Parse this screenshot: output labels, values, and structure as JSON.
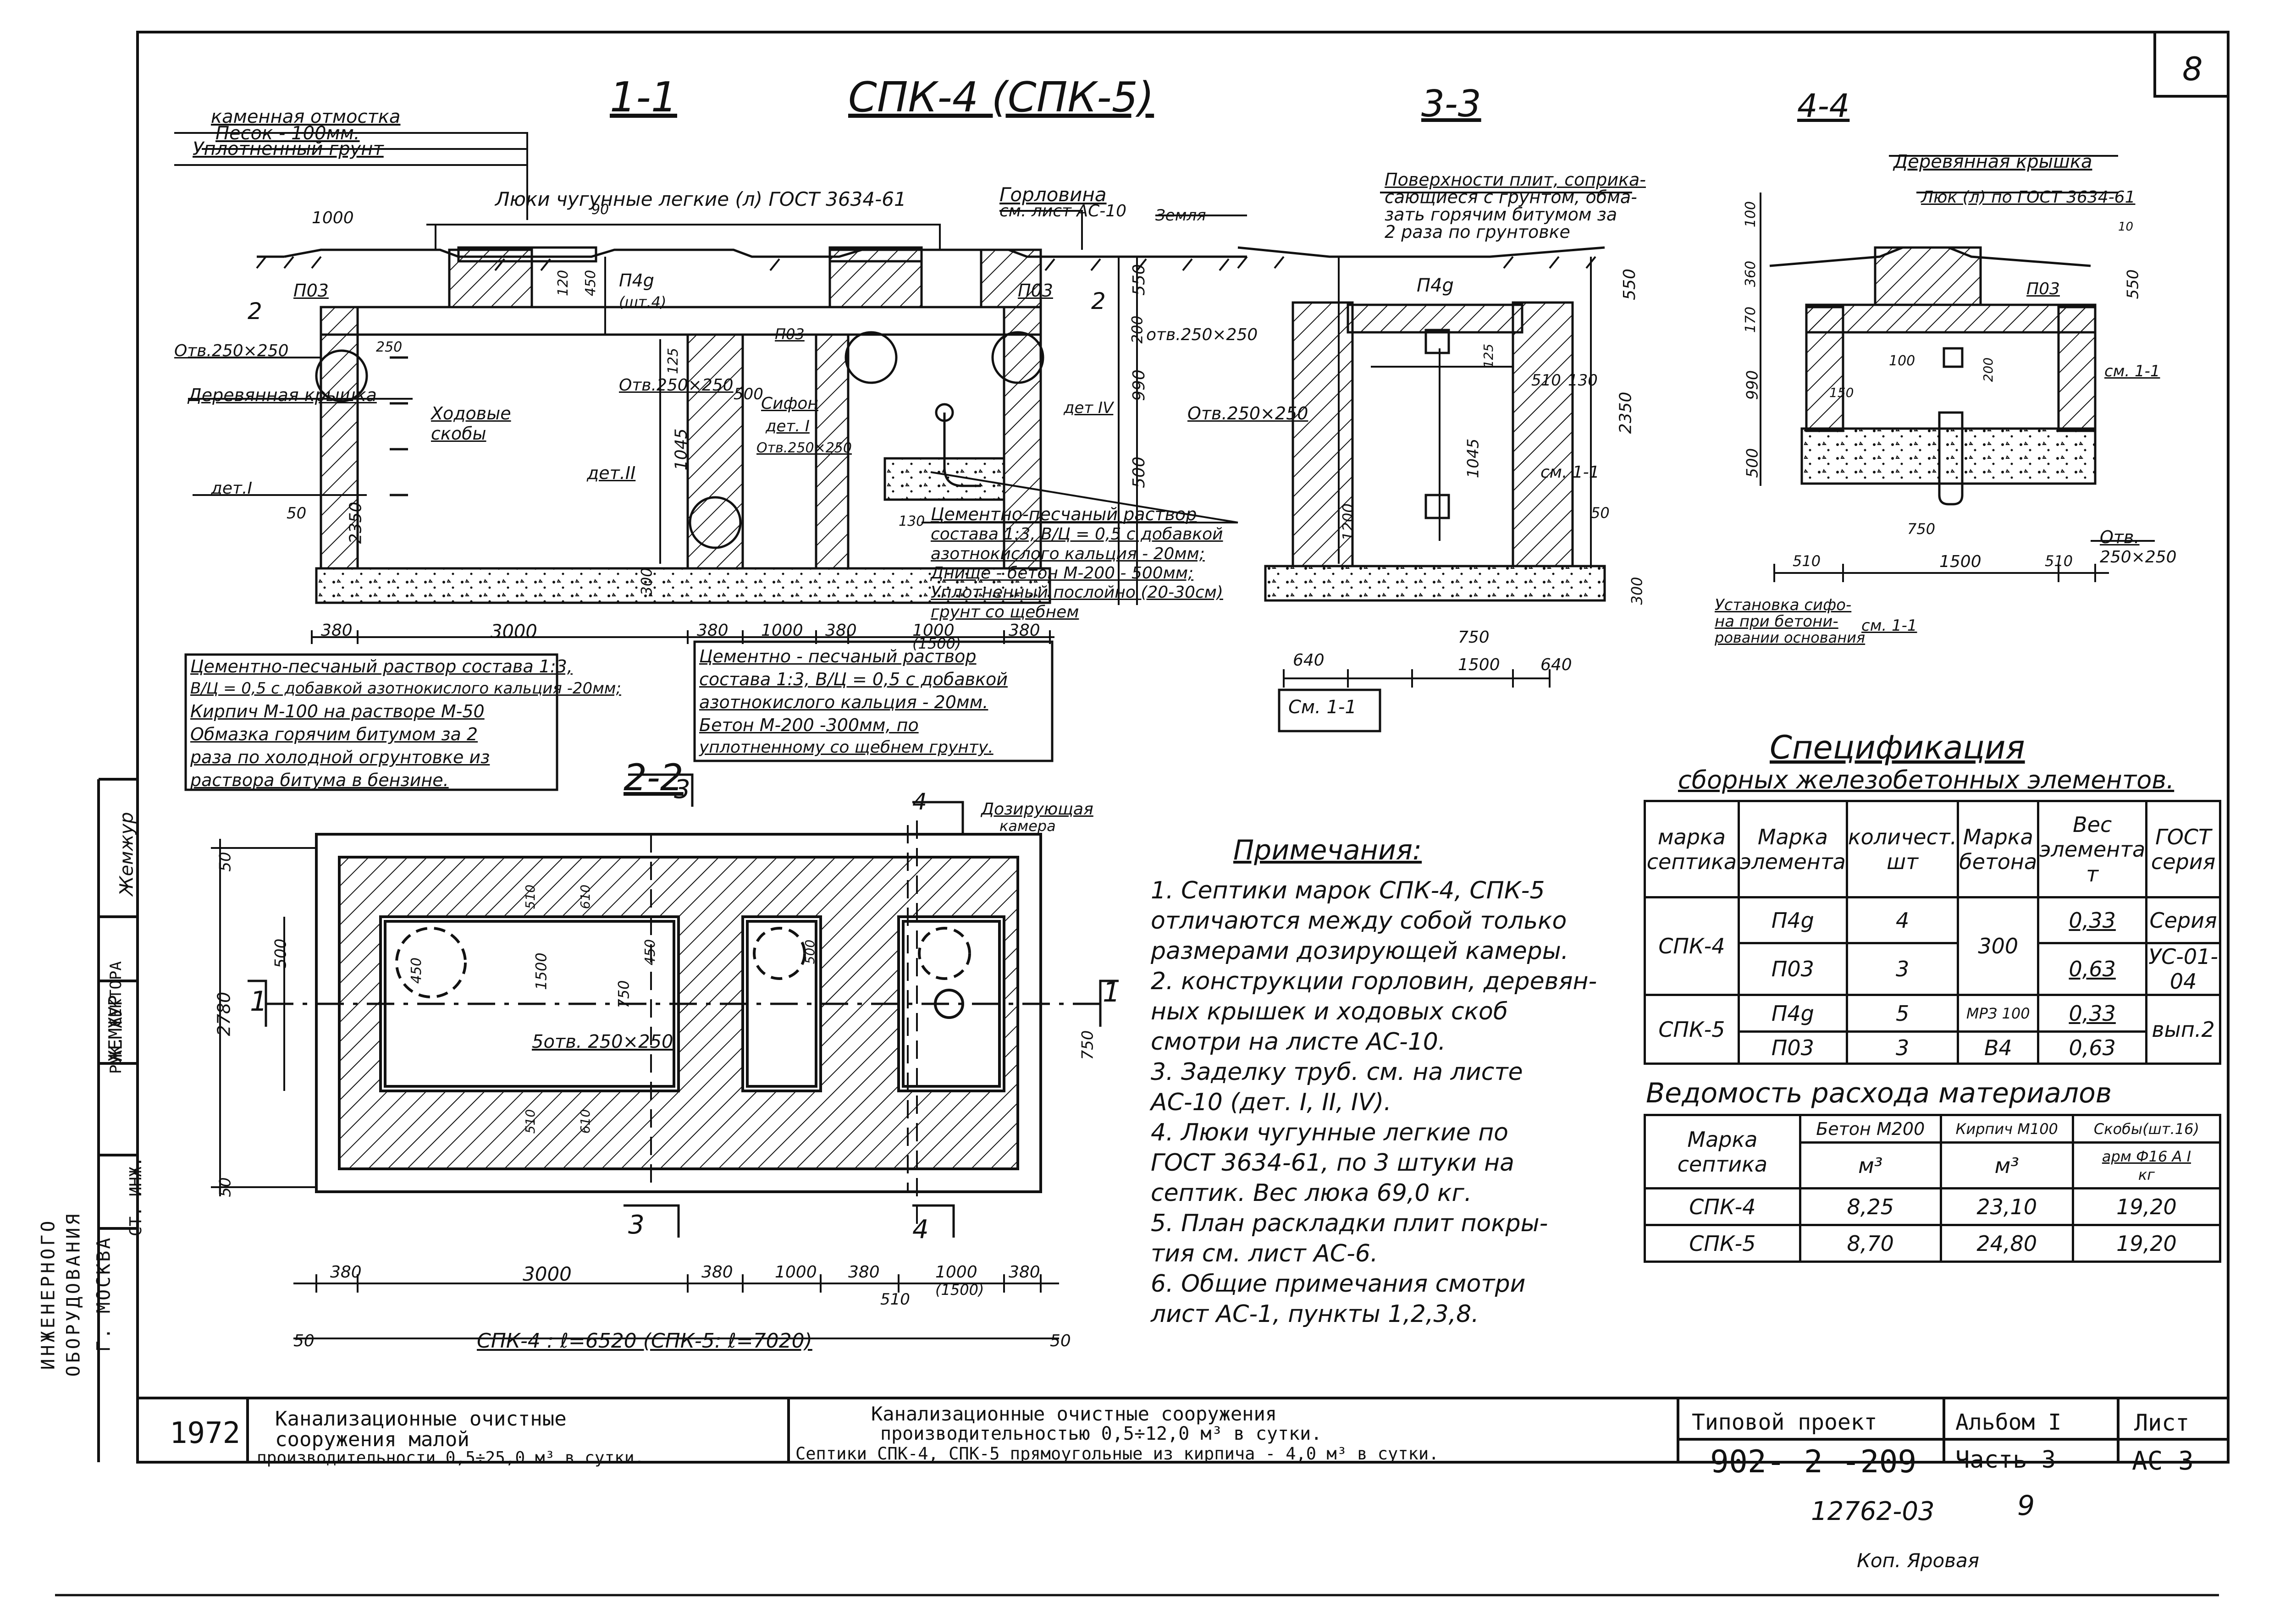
{
  "sheet_number": "8",
  "title_main": "СПК-4 (СПК-5)",
  "sections": {
    "s11": "1-1",
    "s22": "2-2",
    "s33": "3-3",
    "s44": "4-4"
  },
  "section1": {
    "layer1": "каменная отмостка",
    "layer2": "Песок - 100мм.",
    "layer3": "Уплотненный грунт",
    "hatches": "Люки чугунные легкие (л) ГОСТ 3634-61",
    "neck": "Горловина",
    "neck_ref": "см. лист АС-10",
    "ground": "Земля",
    "p03a": "П03",
    "p03b": "П03",
    "p03c": "П03",
    "p4g": "П4g",
    "p4g_qty": "(шт.4)",
    "opening1": "Отв.250×250",
    "opening2": "Отв.250×250",
    "opening3": "отв.250×250",
    "opening4": "Отв.250×250",
    "wood_cover": "Деревянная крышка",
    "steps": "Ходовые скобы",
    "det1": "дет.I",
    "det2": "дет.II",
    "det4": "дет IV",
    "siphon": "Сифон",
    "siphon_det": "дет. I",
    "mortar1": "Цементно-песчаный раствор",
    "mortar2": "состава 1:3, В/Ц = 0,5 с добавкой",
    "mortar3": "азотнокислого кальция - 20мм;",
    "bottom1": "Днище - бетон М-200 - 500мм;",
    "bottom2": "Уплотненный послойно (20-30см)",
    "bottom3": "грунт со щебнем",
    "dims_bottom": [
      "380",
      "3000",
      "380",
      "1000",
      "380",
      "1000",
      "380"
    ],
    "dim_1500": "(1500)",
    "dims_vert": [
      "550",
      "200",
      "990",
      "500",
      "2350",
      "300",
      "1045",
      "500",
      "130",
      "50",
      "125",
      "120",
      "450",
      "90",
      "1000",
      "250"
    ],
    "note_left1": "Цементно-песчаный раствор состава 1:3,",
    "note_left2": "В/Ц = 0,5 с добавкой азотнокислого кальция -20мм;",
    "note_left3": "Кирпич М-100 на растворе М-50",
    "note_left4": "Обмазка горячим битумом за 2",
    "note_left5": "раза по холодной огрунтовке из",
    "note_left6": "раствора битума в бензине.",
    "note_mid1": "Цементно - песчаный раствор",
    "note_mid2": "состава 1:3, В/Ц = 0,5 с добавкой",
    "note_mid3": "азотнокислого кальция - 20мм.",
    "note_mid4": "Бетон М-200 -300мм, по",
    "note_mid5": "уплотненному со щебнем грунту."
  },
  "section3": {
    "surf1": "Поверхности плит, соприка-",
    "surf2": "сающиеся с грунтом, обма-",
    "surf3": "зать горячим битумом за",
    "surf4": "2 раза по грунтовке",
    "p4g": "П4g",
    "opening": "Отв.250×250",
    "cm11": "см. 1-1",
    "cm11b": "См. 1-1",
    "dims": [
      "550",
      "2350",
      "1045",
      "125",
      "510",
      "130",
      "50",
      "300",
      "1200",
      "640",
      "750",
      "1500",
      "640"
    ]
  },
  "section4": {
    "wood_cover": "Деревянная крышка",
    "hatch": "Люк (л) по ГОСТ 3634-61",
    "p03": "П03",
    "cm11": "см. 1-1",
    "opening": "Отв.",
    "opening_size": "250×250",
    "siphon_note1": "Установка сифо-",
    "siphon_note2": "на при бетони-",
    "siphon_note3": "ровании основания",
    "cm11b": "см. 1-1",
    "dims": [
      "100",
      "360",
      "170",
      "990",
      "500",
      "550",
      "10",
      "100",
      "200",
      "150",
      "750",
      "510",
      "1500",
      "510"
    ]
  },
  "plan": {
    "dosing": "Дозирующая",
    "dosing2": "камера",
    "openings": "5отв. 250×250",
    "length_note": "СПК-4 : ℓ=6520 (СПК-5: ℓ=7020)",
    "dims_h": [
      "50",
      "380",
      "3000",
      "380",
      "1000",
      "380",
      "1000",
      "380",
      "50"
    ],
    "dim_510": "510",
    "dim_1500": "(1500)",
    "dims_v": [
      "50",
      "500",
      "2780",
      "50",
      "450",
      "1500",
      "750",
      "450",
      "500",
      "750",
      "510",
      "610",
      "510",
      "610"
    ],
    "cut1": "1",
    "cut1b": "1",
    "cut3": "3",
    "cut3b": "3",
    "cut4": "4",
    "cut4b": "4"
  },
  "notes": {
    "heading": "Примечания:",
    "lines": [
      "1. Септики марок СПК-4, СПК-5",
      "отличаются между собой только",
      "размерами дозирующей камеры.",
      "2. конструкции горловин, деревян-",
      "ных крышек и ходовых скоб",
      "смотри на листе АС-10.",
      "3. Заделку труб. см. на листе",
      "АС-10 (дет. I, II, IV).",
      "4. Люки чугунные легкие по",
      "ГОСТ 3634-61, по 3 штуки на",
      "септик. Вес люка 69,0 кг.",
      "5. План раскладки плит покры-",
      "тия см. лист АС-6.",
      "6. Общие примечания смотри",
      "лист АС-1, пункты 1,2,3,8."
    ]
  },
  "spec": {
    "heading": "Спецификация",
    "subheading": "сборных железобетонных элементов.",
    "headers": [
      "марка септика",
      "Марка элемента",
      "количест. шт",
      "Марка бетона",
      "Вес элемента т",
      "ГОСТ серия"
    ],
    "rows": [
      [
        "СПК-4",
        "П4g",
        "4",
        "",
        "0,33",
        "Серия"
      ],
      [
        "",
        "П03",
        "3",
        "300",
        "0,63",
        "УС-01-04"
      ],
      [
        "СПК-5",
        "П4g",
        "5",
        "МРЗ 100",
        "0,33",
        "вып.2"
      ],
      [
        "",
        "П03",
        "3",
        "В4",
        "0,63",
        ""
      ]
    ]
  },
  "materials": {
    "heading": "Ведомость расхода материалов",
    "h_mark": "Марка септика",
    "h_concrete": "Бетон М200",
    "h_brick": "Кирпич М100",
    "h_staples": "Скобы(шт.16)",
    "u_concrete": "м³",
    "u_brick": "м³",
    "u_staples1": "арм Ф16 А I",
    "u_staples2": "кг",
    "rows": [
      [
        "СПК-4",
        "8,25",
        "23,10",
        "19,20"
      ],
      [
        "СПК-5",
        "8,70",
        "24,80",
        "19,20"
      ]
    ]
  },
  "side_stamp": {
    "org1": "ИНЖЕНЕРНОГО",
    "org2": "ОБОРУДОВАНИЯ",
    "city": "Г. МОСКВА",
    "role1": "РУК. СЕКТОРА",
    "role2": "СТ. ИНЖ.",
    "name1": "ЖЕМЖУР",
    "name2": "Жемжур"
  },
  "title_block": {
    "year": "1972",
    "series_title1": "Канализационные очистные",
    "series_title2": "сооружения малой",
    "series_title3": "производительности 0,5÷25,0 м³ в сутки.",
    "sheet_title1": "Канализационные очистные сооружения",
    "sheet_title2": "производительностью 0,5÷12,0 м³ в сутки.",
    "sheet_title3": "Септики СПК-4, СПК-5 прямоугольные из кирпича - 4,0 м³ в сутки.",
    "project_label": "Типовой проект",
    "project_number": "902- 2 -209",
    "album_label": "Альбом I",
    "part_label": "Часть 3",
    "sheet_label": "Лист",
    "sheet_code": "АС-3"
  },
  "bottom": {
    "code": "12762-03",
    "page": "9",
    "copy": "Коп. Яровая"
  }
}
